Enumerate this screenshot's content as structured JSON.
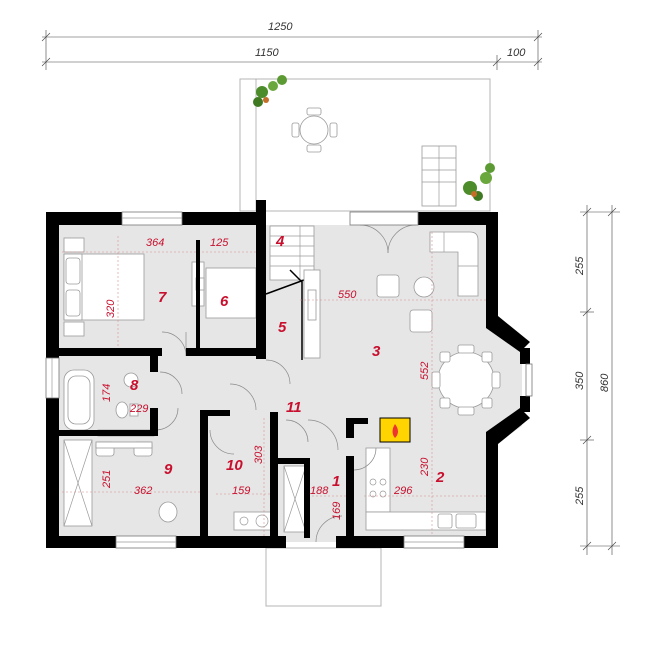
{
  "colors": {
    "wall": "#000000",
    "floor": "#e6e6e6",
    "accent_text": "#c8102e",
    "dimension_text": "#333333",
    "plant_green": "#4c8c2b",
    "fireplace_yellow": "#ffd400"
  },
  "overall_dimensions": {
    "top_total": "1250",
    "top_left": "1150",
    "top_right": "100",
    "right_seg_1": "255",
    "right_seg_2": "350",
    "right_seg_3": "255",
    "right_total": "860"
  },
  "rooms": [
    {
      "number": "1",
      "dims": [
        "188",
        "169"
      ]
    },
    {
      "number": "2",
      "dims": [
        "230",
        "296"
      ]
    },
    {
      "number": "3",
      "dims": [
        "550",
        "552"
      ]
    },
    {
      "number": "4",
      "dims": []
    },
    {
      "number": "5",
      "dims": []
    },
    {
      "number": "6",
      "dims": [
        "125"
      ]
    },
    {
      "number": "7",
      "dims": [
        "364",
        "320"
      ]
    },
    {
      "number": "8",
      "dims": [
        "174",
        "229"
      ]
    },
    {
      "number": "9",
      "dims": [
        "251",
        "362"
      ]
    },
    {
      "number": "10",
      "dims": [
        "303",
        "159"
      ]
    },
    {
      "number": "11",
      "dims": []
    }
  ],
  "icons": [
    "plant-icon",
    "fireplace-icon",
    "table-icon",
    "chair-icon",
    "bed-icon",
    "bathtub-icon",
    "toilet-icon",
    "sink-icon",
    "stove-icon",
    "sofa-icon"
  ]
}
